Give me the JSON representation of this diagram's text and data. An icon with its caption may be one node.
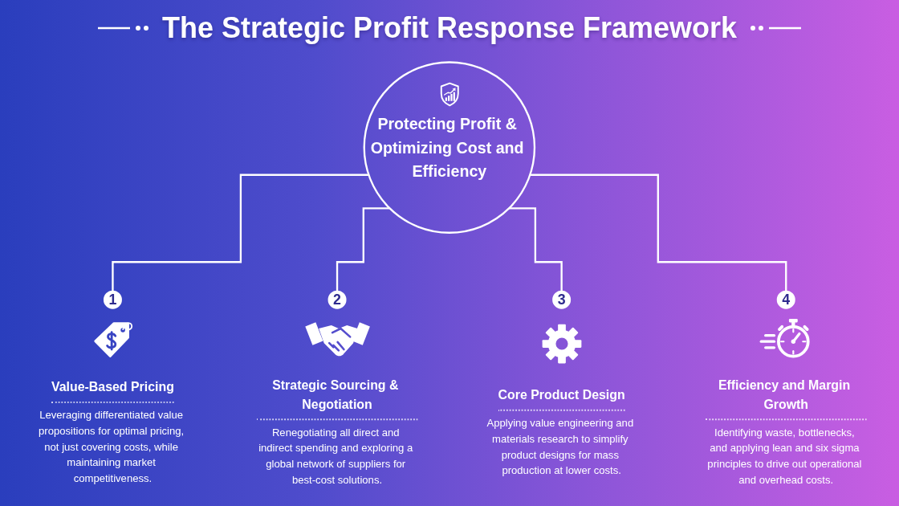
{
  "diagram": {
    "title": "The Strategic Profit Response Framework",
    "nodes": [
      {
        "text": [
          "Protecting Profit & Optimizing Cost and Efficiency"
        ]
      },
      {
        "text": [
          "1"
        ],
        "beside": [
          "Value-Based Pricing",
          "Leveraging differentiated value propositions for optimal pricing, not just covering costs, while maintaining market competitiveness."
        ]
      },
      {
        "text": [
          "2"
        ],
        "beside": [
          "Strategic Sourcing & Negotiation",
          "Renegotiating all direct and indirect spending and exploring a global network of suppliers for best-cost solutions."
        ]
      },
      {
        "text": [
          "3"
        ],
        "beside": [
          "Core Product Design",
          "Applying value engineering and materials research to simplify product designs for mass production at lower costs."
        ]
      },
      {
        "text": [
          "4"
        ],
        "beside": [
          "Efficiency and Margin Growth",
          "Identifying waste, bottlenecks, and applying lean and six sigma principles to drive out operational and overhead costs."
        ]
      }
    ],
    "edges": [
      {
        "from": 0,
        "to": 1,
        "arrow": "none"
      },
      {
        "from": 0,
        "to": 2,
        "arrow": "none"
      },
      {
        "from": 0,
        "to": 3,
        "arrow": "none"
      },
      {
        "from": 0,
        "to": 4,
        "arrow": "none"
      }
    ]
  }
}
